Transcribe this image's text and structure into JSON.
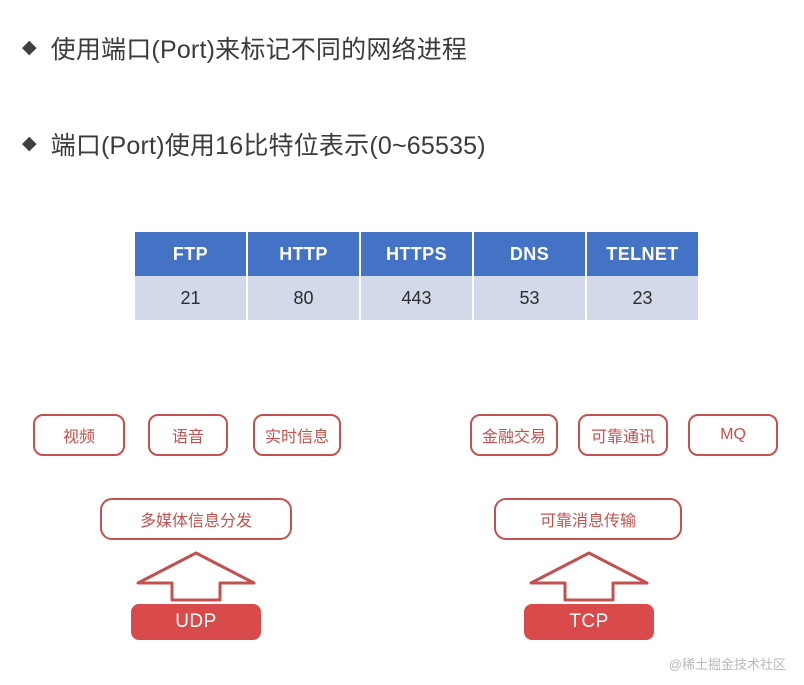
{
  "slide": {
    "background_color": "#ffffff",
    "bullets": [
      {
        "marker": "◆",
        "text": "使用端口(Port)来标记不同的网络进程"
      },
      {
        "marker": "◆",
        "text": "端口(Port)使用16比特位表示(0~65535)"
      }
    ]
  },
  "port_table": {
    "header_color": "#4472c4",
    "row_color": "#d2d9e9",
    "columns": [
      "FTP",
      "HTTP",
      "HTTPS",
      "DNS",
      "TELNET"
    ],
    "ports": [
      "21",
      "80",
      "443",
      "53",
      "23"
    ]
  },
  "diagram": {
    "outline_color": "#c1524f",
    "fill_color": "#d94a4a",
    "left": {
      "use_cases": [
        "视频",
        "语音",
        "实时信息"
      ],
      "category": "多媒体信息分发",
      "arrow": "up-block-arrow",
      "protocol": "UDP"
    },
    "right": {
      "use_cases": [
        "金融交易",
        "可靠通讯",
        "MQ"
      ],
      "category": "可靠消息传输",
      "arrow": "up-block-arrow",
      "protocol": "TCP"
    }
  },
  "watermark": {
    "text": "@稀土掘金技术社区",
    "color": "#b9b9b9"
  }
}
